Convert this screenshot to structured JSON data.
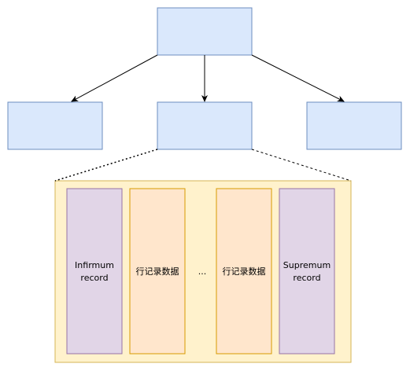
{
  "diagram": {
    "colors": {
      "tree_node_fill": "#dae8fc",
      "tree_node_stroke": "#6c8ebf",
      "page_fill": "#fff2cc",
      "page_stroke": "#d6b656",
      "system_record_fill": "#e1d5e7",
      "system_record_stroke": "#9673a6",
      "user_record_fill": "#ffe6cc",
      "user_record_stroke": "#d79b00",
      "edge": "#000000"
    },
    "records": {
      "infimum_line1": "Infirmum",
      "infimum_line2": "record",
      "row_data_1": "行记录数据",
      "ellipsis": "...",
      "row_data_2": "行记录数据",
      "supremum_line1": "Supremum",
      "supremum_line2": "record"
    }
  }
}
